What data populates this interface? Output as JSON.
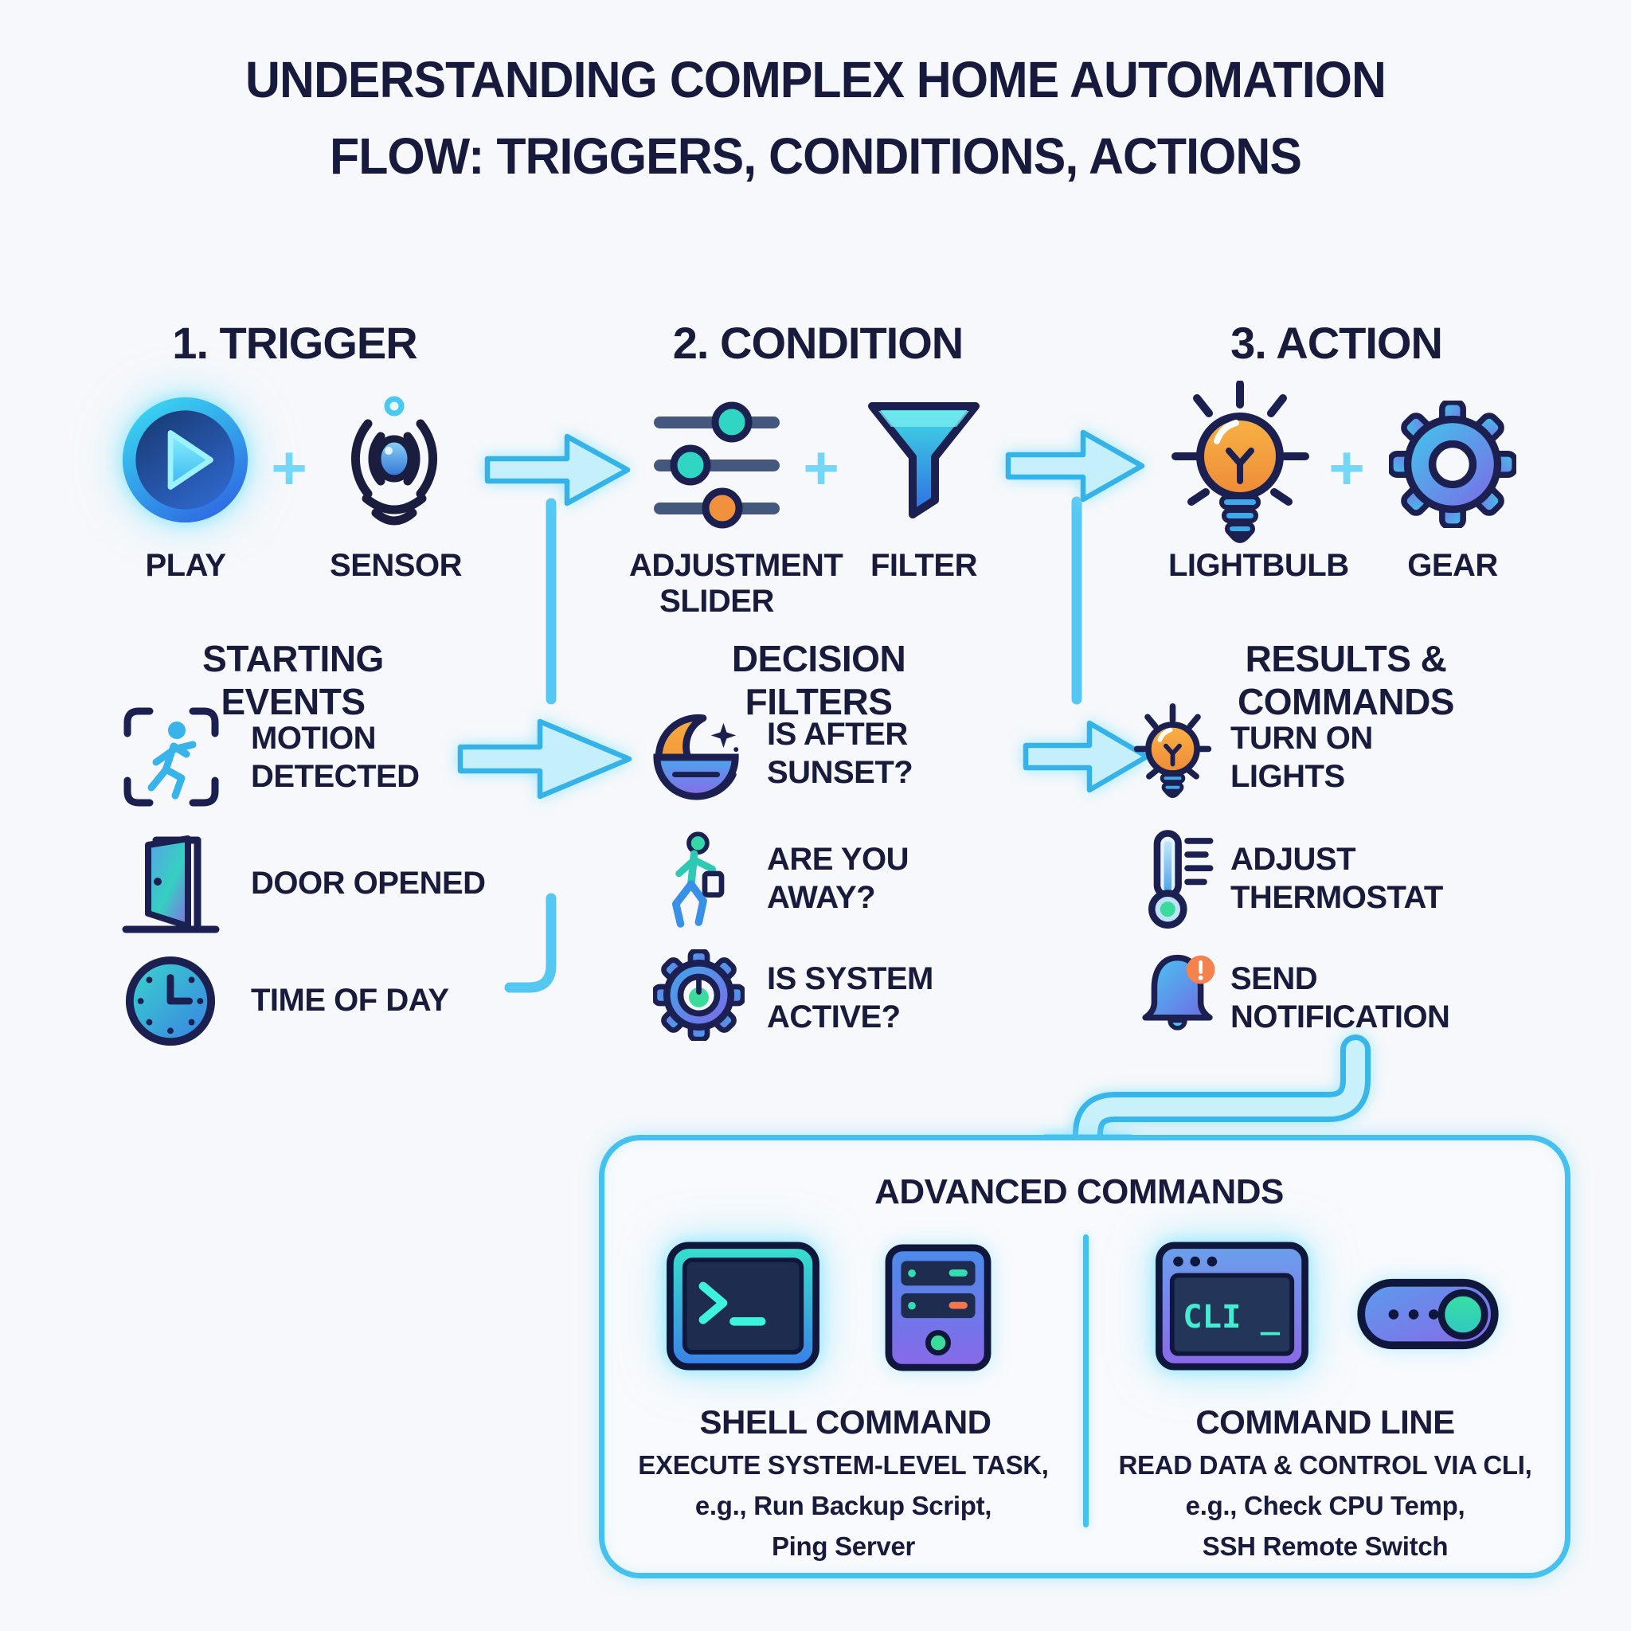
{
  "title": {
    "line1": "UNDERSTANDING COMPLEX HOME AUTOMATION",
    "line2": "FLOW: TRIGGERS, CONDITIONS, ACTIONS"
  },
  "plus": "+",
  "colors": {
    "background": "#f6f8fb",
    "ink": "#191b3c",
    "connector_cyan": "#55c8f2",
    "arrow_fill": "#c6effc",
    "arrow_stroke": "#35b3e8",
    "box_border": "#46c1ee",
    "accent_teal": "#30d6c3",
    "accent_orange": "#f2913d",
    "accent_green": "#3bdc9b",
    "accent_purple": "#7e68e8",
    "accent_blue": "#3a8fe6"
  },
  "columns": [
    {
      "heading": "1. TRIGGER",
      "icon1_label": "PLAY",
      "icon2_label": "SENSOR",
      "section": "STARTING EVENTS",
      "items": [
        {
          "line1": "MOTION",
          "line2": "DETECTED"
        },
        {
          "line1": "DOOR OPENED",
          "line2": ""
        },
        {
          "line1": "TIME OF DAY",
          "line2": ""
        }
      ]
    },
    {
      "heading": "2. CONDITION",
      "icon1_label_line1": "ADJUSTMENT",
      "icon1_label_line2": "SLIDER",
      "icon2_label": "FILTER",
      "section": "DECISION FILTERS",
      "items": [
        {
          "line1": "IS AFTER",
          "line2": "SUNSET?"
        },
        {
          "line1": "ARE YOU",
          "line2": "AWAY?"
        },
        {
          "line1": "IS SYSTEM",
          "line2": "ACTIVE?"
        }
      ]
    },
    {
      "heading": "3. ACTION",
      "icon1_label": "LIGHTBULB",
      "icon2_label": "GEAR",
      "section": "RESULTS & COMMANDS",
      "items": [
        {
          "line1": "TURN ON",
          "line2": "LIGHTS"
        },
        {
          "line1": "ADJUST",
          "line2": "THERMOSTAT"
        },
        {
          "line1": "SEND",
          "line2": "NOTIFICATION"
        }
      ]
    }
  ],
  "advanced": {
    "heading": "ADVANCED COMMANDS",
    "left": {
      "title": "SHELL COMMAND",
      "desc1": "EXECUTE SYSTEM-LEVEL TASK,",
      "desc2": "e.g., Run Backup Script,",
      "desc3": "Ping Server"
    },
    "right": {
      "title": "COMMAND LINE",
      "icon_text": "CLI _",
      "desc1": "READ DATA & CONTROL VIA CLI,",
      "desc2": "e.g., Check CPU Temp,",
      "desc3": "SSH Remote Switch"
    }
  }
}
